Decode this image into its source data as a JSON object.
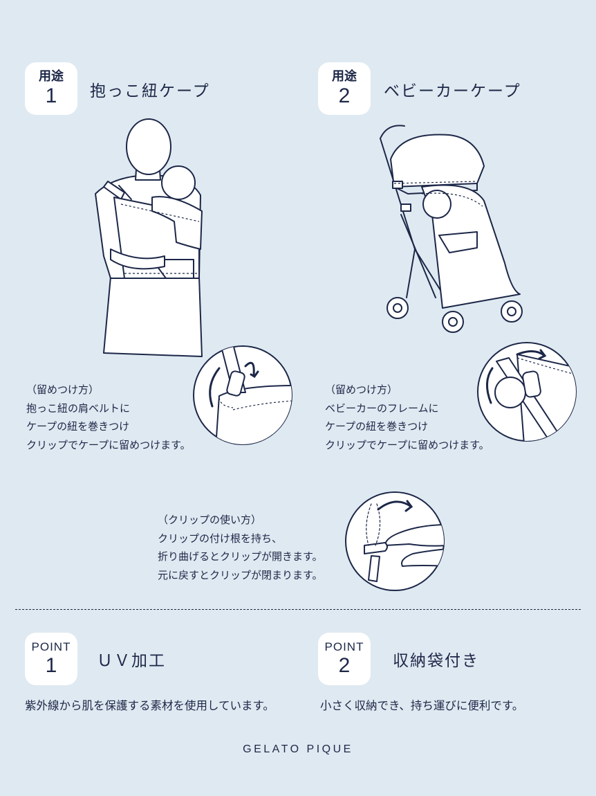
{
  "usage1": {
    "badge_label": "用途",
    "badge_number": "1",
    "title": "抱っこ紐ケープ",
    "how_title": "（留めつけ方）",
    "how_lines": [
      "抱っこ紐の肩ベルトに",
      "ケープの紐を巻きつけ",
      "クリップでケープに留めつけます。"
    ]
  },
  "usage2": {
    "badge_label": "用途",
    "badge_number": "2",
    "title": "ベビーカーケープ",
    "how_title": "（留めつけ方）",
    "how_lines": [
      "ベビーカーのフレームに",
      "ケープの紐を巻きつけ",
      "クリップでケープに留めつけます。"
    ]
  },
  "clip": {
    "title": "（クリップの使い方）",
    "lines": [
      "クリップの付け根を持ち、",
      "折り曲げるとクリップが開きます。",
      "元に戻すとクリップが閉まります。"
    ]
  },
  "point1": {
    "badge_label": "POINT",
    "badge_number": "1",
    "title": "ＵＶ加工",
    "description": "紫外線から肌を保護する素材を使用しています。"
  },
  "point2": {
    "badge_label": "POINT",
    "badge_number": "2",
    "title": "収納袋付き",
    "description": "小さく収納でき、持ち運びに便利です。"
  },
  "brand": "GELATO PIQUE",
  "colors": {
    "background": "#dfe9f1",
    "ink": "#1c2748",
    "badge": "#ffffff"
  },
  "icons": [
    "baby-carrier-illustration",
    "stroller-illustration",
    "strap-clip-detail-icon",
    "frame-clip-detail-icon",
    "clip-usage-icon"
  ]
}
